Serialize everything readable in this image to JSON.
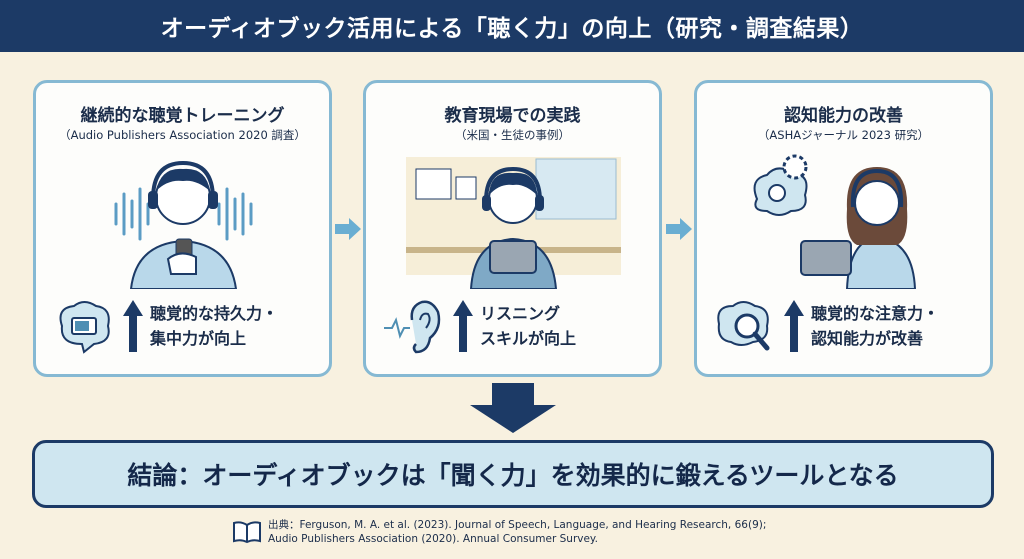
{
  "title": "オーディオブック活用による「聴く力」の向上（研究・調査結果）",
  "cards": [
    {
      "heading": "継続的な聴覚トレーニング",
      "subtitle": "（Audio Publishers Association 2020 調査）",
      "result_line1": "聴覚的な持久力・",
      "result_line2": "集中力が向上",
      "icon": "brain-battery-icon"
    },
    {
      "heading": "教育現場での実践",
      "subtitle": "（米国・生徒の事例）",
      "result_line1": "リスニング",
      "result_line2": "スキルが向上",
      "icon": "ear-soundwave-icon"
    },
    {
      "heading": "認知能力の改善",
      "subtitle": "（ASHAジャーナル 2023 研究）",
      "result_line1": "聴覚的な注意力・",
      "result_line2": "認知能力が改善",
      "icon": "brain-magnifier-icon"
    }
  ],
  "conclusion": "結論：オーディオブックは「聞く力」を効果的に鍛えるツールとなる",
  "citation": {
    "line1": "出典：Ferguson, M. A. et al. (2023). Journal of Speech, Language, and Hearing Research, 66(9);",
    "line2": "Audio Publishers Association (2020). Annual Consumer Survey."
  },
  "colors": {
    "navy": "#1c3a66",
    "background": "#f8f1e0",
    "card_border": "#86b9d3",
    "conclusion_fill": "#cfe6f0"
  }
}
